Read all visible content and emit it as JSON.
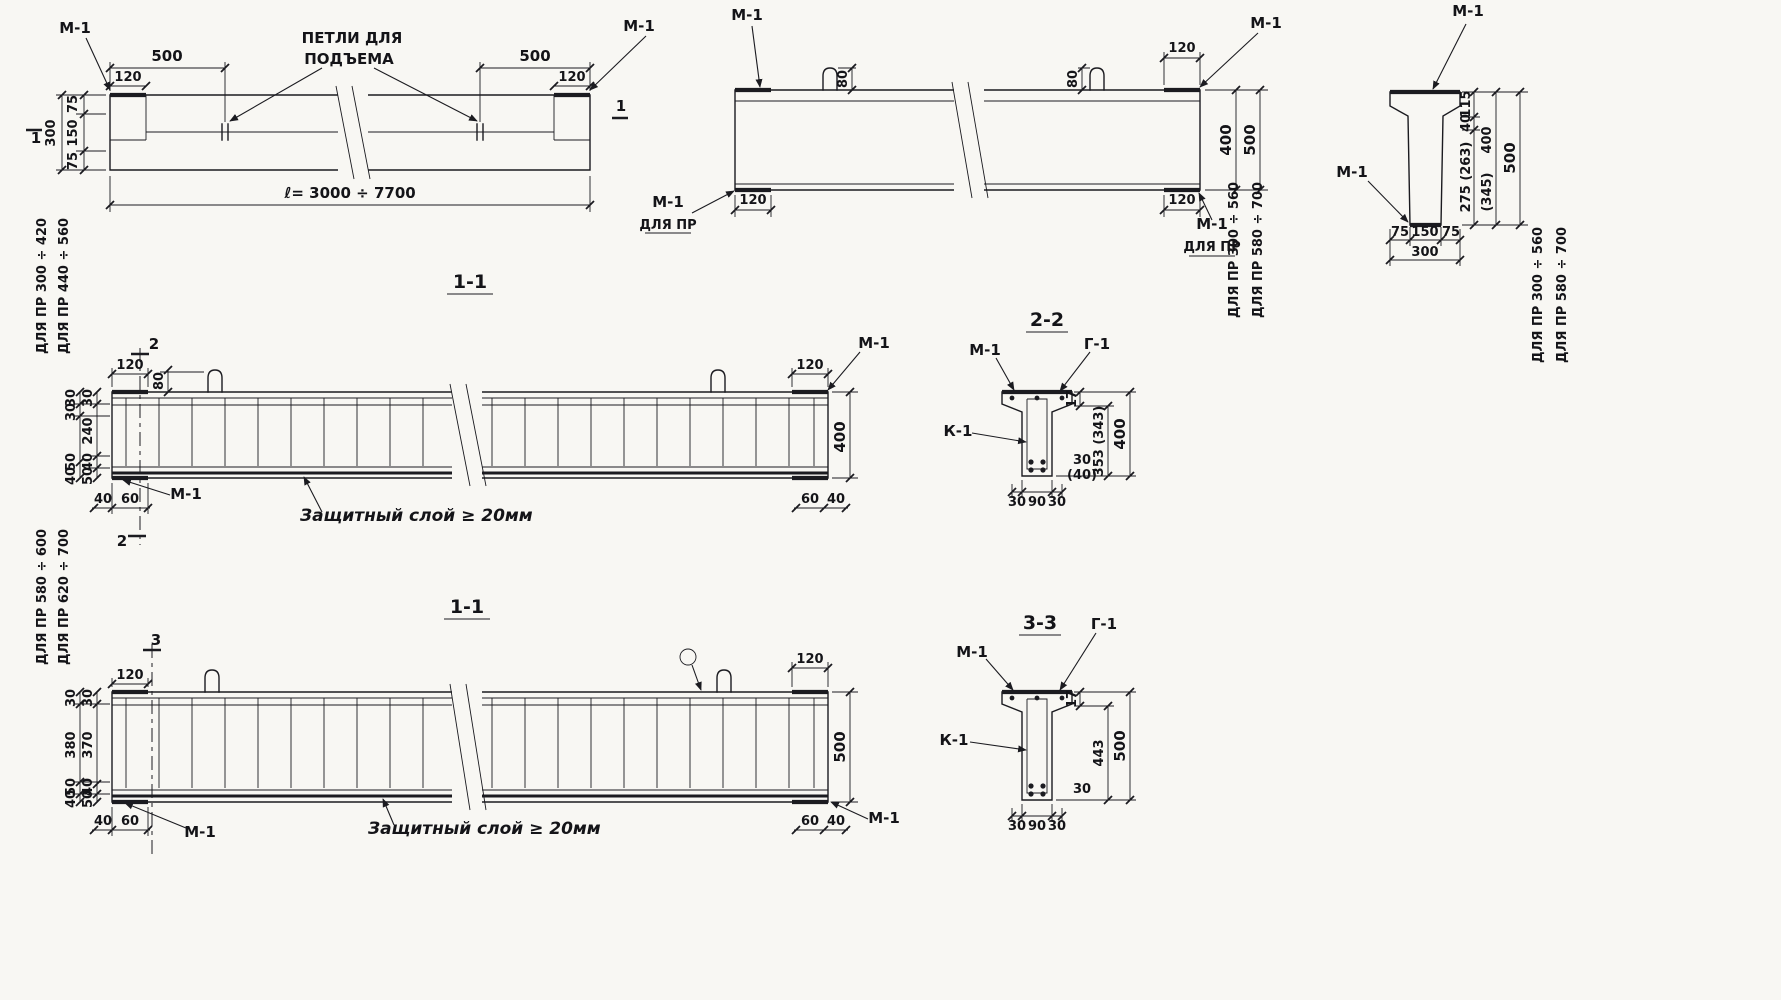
{
  "palette": {
    "paper": "#f8f7f3",
    "ink": "#1b1b20"
  },
  "plan": {
    "m1_left": "М-1",
    "m1_right": "М-1",
    "dim_left_500": "500",
    "dim_right_500": "500",
    "loops_line1": "ПЕТЛИ ДЛЯ",
    "loops_line2": "ПОДЪЕМА",
    "dim_120_left": "120",
    "dim_120_right": "120",
    "width_dims": [
      "75",
      "150",
      "75"
    ],
    "width_total": "300",
    "length": "ℓ= 3000 ÷ 7700",
    "cut_left": "1",
    "cut_right": "1"
  },
  "elevation": {
    "m1_top_left": "М-1",
    "m1_top_right": "М-1",
    "loop_dims": [
      "80",
      "80"
    ],
    "dim_120_top_right": "120",
    "dim_120_bottom_left": "120",
    "dim_120_bottom_right": "120",
    "m1_bottom_left": "М-1",
    "for_pr_left": "ДЛЯ ПР",
    "m1_bottom_right": "М-1",
    "for_pr_right": "ДЛЯ ПР",
    "h400": "400",
    "h500": "500",
    "range_400": "ДЛЯ ПР 300 ÷ 560",
    "range_500": "ДЛЯ ПР 580 ÷ 700"
  },
  "end_section": {
    "m1_top": "М-1",
    "m1_bottom": "М-1",
    "d115": "115",
    "d40": "40",
    "d275": "275 (263)",
    "d400": "400",
    "d345": "(345)",
    "d500": "500",
    "flange_dims": [
      "75",
      "150",
      "75"
    ],
    "flange_total": "300",
    "range_400": "ДЛЯ ПР 300 ÷ 560",
    "range_500": "ДЛЯ ПР 580 ÷ 700"
  },
  "sect11a": {
    "title": "1-1",
    "cut_top": "2",
    "cut_bottom": "2",
    "dim_120_left": "120",
    "loop_dim": "80",
    "dim_120_right": "120",
    "m1_top_right": "М-1",
    "height": "400",
    "range_outer": "ДЛЯ ПР 300 ÷ 420",
    "range_inner": "ДЛЯ ПР 440 ÷ 560",
    "left_outer": [
      "30",
      "30",
      "50",
      "40"
    ],
    "left_inner": [
      "30",
      "240",
      "40",
      "50"
    ],
    "bottom_left": [
      "40",
      "60"
    ],
    "bottom_right": [
      "60",
      "40"
    ],
    "m1_bottom_left": "М-1",
    "cover_note": "Защитный слой ≥ 20мм"
  },
  "sect22": {
    "title": "2-2",
    "m1": "М-1",
    "g1": "Г-1",
    "k1": "К-1",
    "d17": "17",
    "d353": "353 (343)",
    "d400": "400",
    "cover": "30",
    "cover_alt": "(40)",
    "bottom": [
      "30",
      "90",
      "30"
    ]
  },
  "sect11b": {
    "title": "1-1",
    "cut_top": "3",
    "dim_120_left": "120",
    "dim_120_right": "120",
    "height": "500",
    "range_outer": "ДЛЯ ПР 580 ÷ 600",
    "range_inner": "ДЛЯ ПР 620 ÷ 700",
    "left_outer": [
      "30",
      "380",
      "50",
      "40"
    ],
    "left_inner": [
      "30",
      "370",
      "40",
      "50"
    ],
    "bottom_left": [
      "40",
      "60"
    ],
    "bottom_right": [
      "60",
      "40"
    ],
    "m1_bottom_left": "М-1",
    "m1_bottom_right": "М-1",
    "cover_note": "Защитный слой ≥ 20мм"
  },
  "sect33": {
    "title": "3-3",
    "m1": "М-1",
    "g1": "Г-1",
    "k1": "К-1",
    "d17": "17",
    "d443": "443",
    "d500": "500",
    "cover": "30",
    "bottom": [
      "30",
      "90",
      "30"
    ]
  }
}
